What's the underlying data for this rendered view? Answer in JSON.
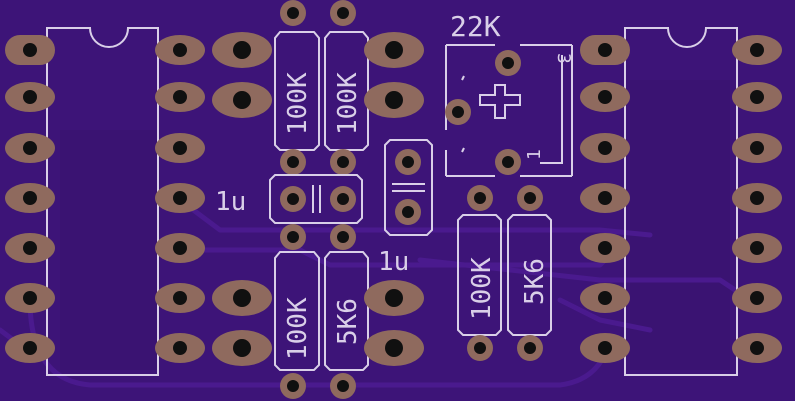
{
  "board": {
    "substrate_color": "#3d1478",
    "copper_pad_color": "#8f6a5e",
    "silkscreen_color": "#d9cfe8"
  },
  "labels": {
    "r1": "100K",
    "r2": "100K",
    "r3": "100K",
    "r4": "5K6",
    "r5": "100K",
    "r6": "5K6",
    "c1": "1u",
    "c2": "1u",
    "pot_value": "22K",
    "pot_pin1": "1",
    "pot_pin3": "3"
  }
}
